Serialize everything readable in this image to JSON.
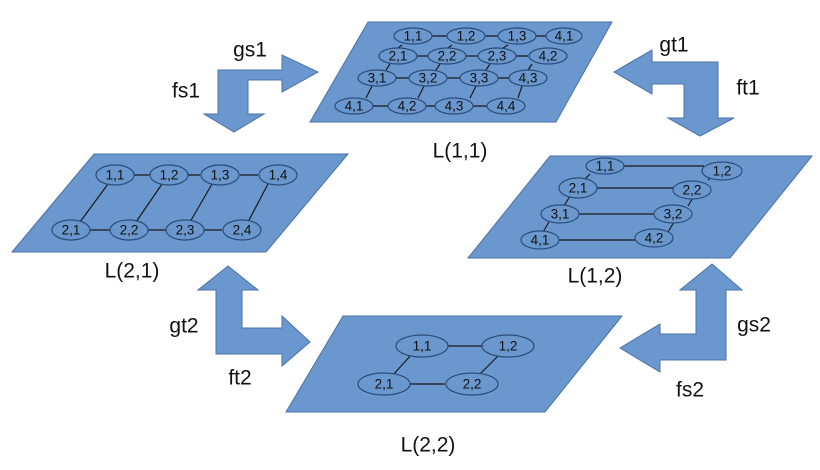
{
  "diagram": {
    "layers": {
      "L11": {
        "label": "L(1,1)",
        "nodes": [
          "1,1",
          "1,2",
          "1,3",
          "4,1",
          "2,1",
          "2,2",
          "2,3",
          "4,2",
          "3,1",
          "3,2",
          "3,3",
          "4,3",
          "4,1",
          "4,2",
          "4,3",
          "4,4"
        ]
      },
      "L12": {
        "label": "L(1,2)",
        "nodes": [
          "1,1",
          "1,2",
          "2,1",
          "2,2",
          "3,1",
          "3,2",
          "4,1",
          "4,2"
        ]
      },
      "L21": {
        "label": "L(2,1)",
        "nodes": [
          "1,1",
          "1,2",
          "1,3",
          "1,4",
          "2,1",
          "2,2",
          "2,3",
          "2,4"
        ]
      },
      "L22": {
        "label": "L(2,2)",
        "nodes": [
          "1,1",
          "1,2",
          "2,1",
          "2,2"
        ]
      }
    },
    "maps": {
      "gs1": "gs1",
      "fs1": "fs1",
      "gt1": "gt1",
      "ft1": "ft1",
      "gt2": "gt2",
      "ft2": "ft2",
      "gs2": "gs2",
      "fs2": "fs2"
    },
    "colors": {
      "plane_fill": "#6a97cd",
      "plane_stroke": "#4a72a8",
      "edge": "#1a1a1a"
    }
  }
}
